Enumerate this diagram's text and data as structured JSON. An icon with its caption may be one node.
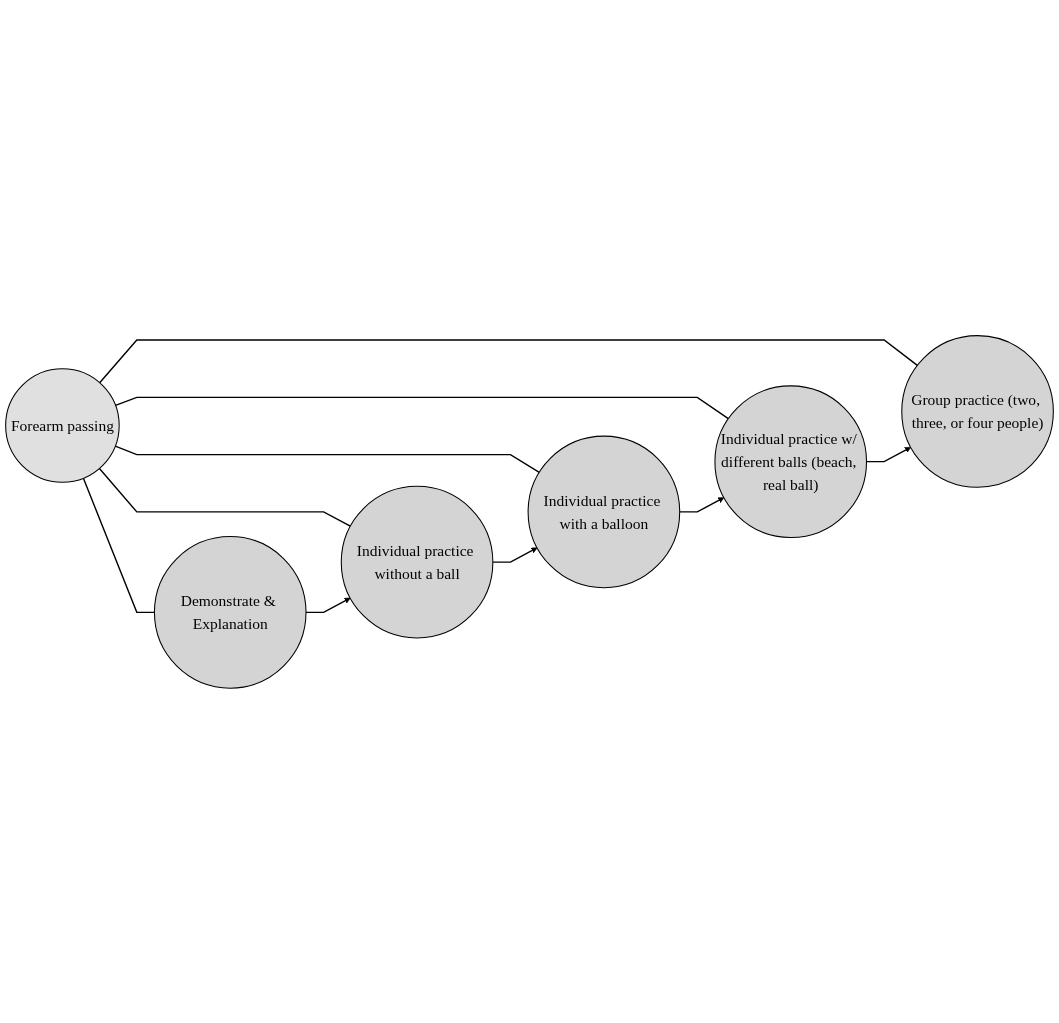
{
  "diagram": {
    "nodes": [
      {
        "text": [
          "Demonstrate & Explanation"
        ]
      },
      {
        "text": [
          "Group practice (two, three, or four people)"
        ]
      },
      {
        "text": [
          "Individual practice without a ball"
        ]
      },
      {
        "text": [
          "Forearm passing"
        ]
      },
      {
        "text": [
          "Individual practice w/ different balls (beach, real ball)"
        ]
      },
      {
        "text": [
          "Individual practice with a balloon"
        ]
      }
    ],
    "edges": [
      {
        "from": 3,
        "to": 0,
        "arrow": "none"
      },
      {
        "from": 3,
        "to": 2,
        "arrow": "none"
      },
      {
        "from": 3,
        "to": 5,
        "arrow": "none"
      },
      {
        "from": 3,
        "to": 4,
        "arrow": "none"
      },
      {
        "from": 3,
        "to": 1,
        "arrow": "none"
      },
      {
        "from": 0,
        "to": 2,
        "arrow": "to"
      },
      {
        "from": 2,
        "to": 5,
        "arrow": "to"
      },
      {
        "from": 5,
        "to": 4,
        "arrow": "to"
      },
      {
        "from": 4,
        "to": 1,
        "arrow": "to"
      }
    ]
  }
}
